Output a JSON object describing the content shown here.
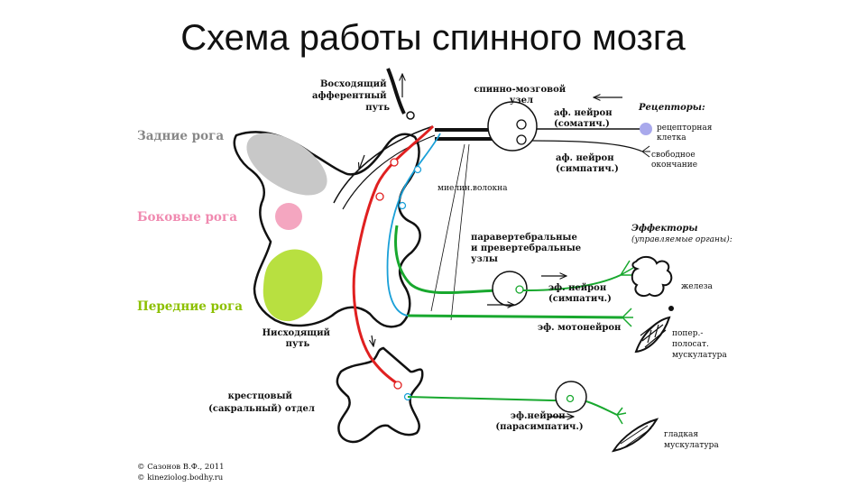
{
  "title": "Схема работы спинного мозга",
  "horns": {
    "posterior": "Задние рога",
    "lateral": "Боковые рога",
    "anterior": "Передние рога"
  },
  "ascending_path": [
    "Восходящий",
    "афферентный",
    "путь"
  ],
  "descending_path": [
    "Нисходящий",
    "путь"
  ],
  "spinal_ganglion": [
    "спинно-мозговой",
    "узел"
  ],
  "aff_somatic": [
    "аф. нейрон",
    "(соматич.)"
  ],
  "aff_sympathetic": [
    "аф. нейрон",
    "(симпатич.)"
  ],
  "receptors": {
    "title": "Рецепторы:",
    "receptor_cell": [
      "рецепторная",
      "клетка"
    ],
    "free_ending": [
      "свободное",
      "окончание"
    ]
  },
  "myelin": "миелин.волокна",
  "ganglia": [
    "паравертебральные",
    "и превертебральные",
    "узлы"
  ],
  "effectors": {
    "title": "Эффекторы",
    "subtitle": "(управляемые органы):"
  },
  "eff_sympathetic": [
    "эф. нейрон",
    "(симпатич.)"
  ],
  "gland": "железа",
  "motoneuron": "эф. мотонейрон",
  "striated_muscle": [
    "попер.-",
    "полосат.",
    "мускулатура"
  ],
  "sacral": [
    "крестцовый",
    "(сакральный) отдел"
  ],
  "eff_parasympathetic": [
    "эф.нейрон",
    "(парасимпатич.)"
  ],
  "smooth_muscle": [
    "гладкая",
    "мускулатура"
  ],
  "credits": [
    "© Сазонов В.Ф., 2011",
    "© kineziolog.bodhy.ru"
  ],
  "colors": {
    "red_path": "#e02020",
    "blue_path": "#1aa0d8",
    "green_path": "#18a82e",
    "posterior_horn": "#c8c8c8",
    "lateral_horn": "#f4a6c0",
    "anterior_horn": "#b8e040",
    "receptor": "#a9a9ec"
  }
}
